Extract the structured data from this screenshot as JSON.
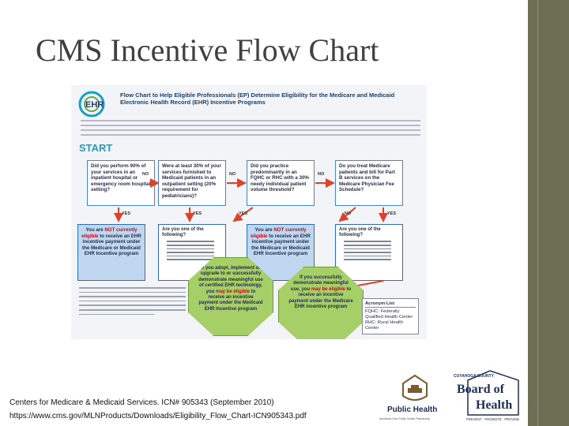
{
  "slide": {
    "title": "CMS Incentive Flow Chart",
    "source_line1": "Centers for Medicare & Medicaid Services. ICN# 905343 (September 2010)",
    "source_line2": "https://www.cms.gov/MLNProducts/Downloads/Eligibility_Flow_Chart-ICN905343.pdf"
  },
  "flowchart": {
    "logo_text": "EHR",
    "header": "Flow Chart to Help Eligible Professionals (EP) Determine Eligibility for the Medicare and Medicaid Electronic Health Record (EHR) Incentive Programs",
    "start_label": "START",
    "questions": [
      "Did you perform 90% of your services in an inpatient hospital or emergency room hospital setting?",
      "Were at least 30% of your services furnished to Medicaid patients in an outpatient setting (20% requirement for pediatricians)?",
      "Did you practice predominantly in an FQHC or RHC with a 30% needy individual patient volume threshold?",
      "Do you treat Medicare patients and bill for Part B services on the Medicare Physician Fee Schedule?"
    ],
    "not_eligible_part1": "You are ",
    "not_eligible_red": "NOT currently eligible",
    "not_eligible_part2": " to receive an EHR incentive payment under the Medicare or Medicaid EHR Incentive program",
    "list_question": "Are you one of the following?",
    "labels": {
      "no": "NO",
      "yes": "YES"
    },
    "medicaid_octagon_part1": "If you adopt, implement or upgrade to or successfully demonstrate meaningful use of certified EHR technology, you ",
    "medicaid_octagon_red": "may be eligible",
    "medicaid_octagon_part2": " to receive an incentive payment under the Medicaid EHR Incentive program",
    "medicare_octagon_part1": "If you successfully demonstrate meaningful use, you ",
    "medicare_octagon_red": "may be eligible",
    "medicare_octagon_part2": " to receive an incentive payment under the Medicare EHR incentive program",
    "acronym_title": "Acronym List",
    "acronyms": [
      "FQHC: Federally Qualified Health Center",
      "RHC: Rural Health Center"
    ]
  },
  "logos": {
    "public_health": "Public Health",
    "public_health_sub": "Northeast Ohio Public Health Partnership",
    "county": "CUYAHOGA COUNTY",
    "board_of": "Board of",
    "health": "Health",
    "tagline": "PREVENT · PROMOTE · PROVIDE"
  },
  "colors": {
    "sidebar": "#6e6e55",
    "title_text": "#404040",
    "box_border": "#4a87c2",
    "not_eligible_fill": "#c0d8ef",
    "eligible_fill": "#a7cf68",
    "arrow_red": "#d9442f",
    "start_text": "#17a0c4"
  }
}
